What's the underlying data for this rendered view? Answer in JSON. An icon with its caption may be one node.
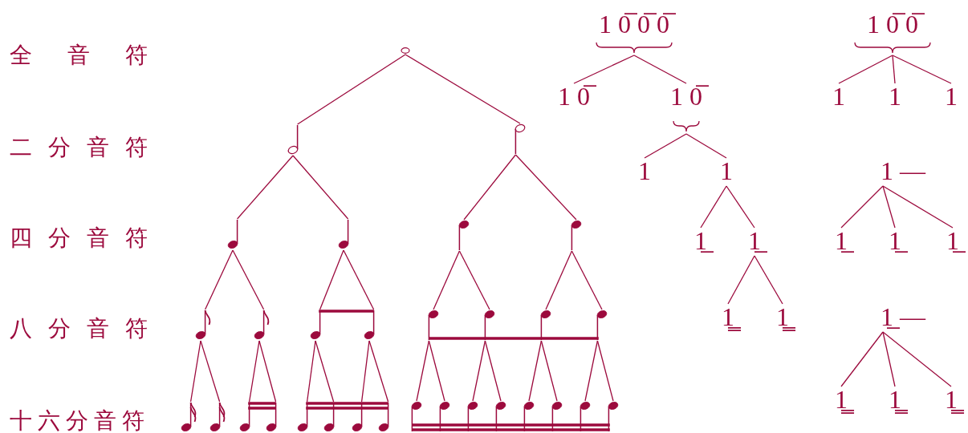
{
  "diagram": {
    "nodes": [
      {
        "text": [],
        "shape": "note"
      },
      {
        "text": [],
        "shape": "note"
      },
      {
        "text": [],
        "shape": "note"
      },
      {
        "text": [],
        "shape": "note"
      },
      {
        "text": [],
        "shape": "note"
      },
      {
        "text": [],
        "shape": "note"
      },
      {
        "text": [],
        "shape": "note"
      },
      {
        "text": [],
        "shape": "note"
      },
      {
        "text": [],
        "shape": "note"
      },
      {
        "text": [],
        "shape": "note"
      },
      {
        "text": [],
        "shape": "note"
      },
      {
        "text": [],
        "shape": "note"
      },
      {
        "text": [],
        "shape": "note"
      },
      {
        "text": [],
        "shape": "note"
      },
      {
        "text": [],
        "shape": "note"
      },
      {
        "text": [],
        "shape": "note"
      },
      {
        "text": [],
        "shape": "note"
      },
      {
        "text": [],
        "shape": "note"
      },
      {
        "text": [],
        "shape": "note"
      },
      {
        "text": [],
        "shape": "note"
      },
      {
        "text": [],
        "shape": "note"
      },
      {
        "text": [],
        "shape": "note"
      },
      {
        "text": [],
        "shape": "note"
      },
      {
        "text": [],
        "shape": "note"
      },
      {
        "text": [],
        "shape": "note"
      },
      {
        "text": [],
        "shape": "note"
      },
      {
        "text": [],
        "shape": "note"
      },
      {
        "text": [],
        "shape": "note"
      },
      {
        "text": [],
        "shape": "note"
      },
      {
        "text": [],
        "shape": "note"
      },
      {
        "text": [],
        "shape": "note"
      },
      {
        "text": [
          "1 0̅ 0̅ 0̅"
        ]
      },
      {
        "text": [
          "1 0̅"
        ]
      },
      {
        "text": [
          "1 0̅"
        ]
      },
      {
        "text": [
          "1"
        ]
      },
      {
        "text": [
          "1"
        ]
      },
      {
        "text": [
          "1̲"
        ]
      },
      {
        "text": [
          "1̲"
        ]
      },
      {
        "text": [
          "1̳"
        ]
      },
      {
        "text": [
          "1̳"
        ]
      },
      {
        "text": [
          "1 0̅ 0̅"
        ]
      },
      {
        "text": [
          "1"
        ]
      },
      {
        "text": [
          "1"
        ]
      },
      {
        "text": [
          "1"
        ]
      },
      {
        "text": [
          "1 —"
        ]
      },
      {
        "text": [
          "1̲"
        ]
      },
      {
        "text": [
          "1̲"
        ]
      },
      {
        "text": [
          "1̲"
        ]
      },
      {
        "text": [
          "1̲ —"
        ]
      },
      {
        "text": [
          "1̳"
        ]
      },
      {
        "text": [
          "1̳"
        ]
      },
      {
        "text": [
          "1̳"
        ]
      }
    ],
    "edges": [
      {
        "from": 0,
        "to": 1,
        "arrow": "none"
      },
      {
        "from": 0,
        "to": 2,
        "arrow": "none"
      },
      {
        "from": 1,
        "to": 3,
        "arrow": "none"
      },
      {
        "from": 1,
        "to": 4,
        "arrow": "none"
      },
      {
        "from": 2,
        "to": 5,
        "arrow": "none"
      },
      {
        "from": 2,
        "to": 6,
        "arrow": "none"
      },
      {
        "from": 3,
        "to": 7,
        "arrow": "none"
      },
      {
        "from": 3,
        "to": 8,
        "arrow": "none"
      },
      {
        "from": 4,
        "to": 9,
        "arrow": "none"
      },
      {
        "from": 4,
        "to": 10,
        "arrow": "none"
      },
      {
        "from": 5,
        "to": 11,
        "arrow": "none"
      },
      {
        "from": 5,
        "to": 12,
        "arrow": "none"
      },
      {
        "from": 6,
        "to": 13,
        "arrow": "none"
      },
      {
        "from": 6,
        "to": 14,
        "arrow": "none"
      },
      {
        "from": 7,
        "to": 15,
        "arrow": "none"
      },
      {
        "from": 7,
        "to": 16,
        "arrow": "none"
      },
      {
        "from": 8,
        "to": 17,
        "arrow": "none"
      },
      {
        "from": 8,
        "to": 18,
        "arrow": "none"
      },
      {
        "from": 9,
        "to": 19,
        "arrow": "none"
      },
      {
        "from": 9,
        "to": 20,
        "arrow": "none"
      },
      {
        "from": 10,
        "to": 21,
        "arrow": "none"
      },
      {
        "from": 10,
        "to": 22,
        "arrow": "none"
      },
      {
        "from": 11,
        "to": 23,
        "arrow": "none"
      },
      {
        "from": 11,
        "to": 24,
        "arrow": "none"
      },
      {
        "from": 12,
        "to": 25,
        "arrow": "none"
      },
      {
        "from": 12,
        "to": 26,
        "arrow": "none"
      },
      {
        "from": 13,
        "to": 27,
        "arrow": "none"
      },
      {
        "from": 13,
        "to": 28,
        "arrow": "none"
      },
      {
        "from": 14,
        "to": 29,
        "arrow": "none"
      },
      {
        "from": 14,
        "to": 30,
        "arrow": "none"
      },
      {
        "from": 31,
        "to": 32,
        "arrow": "none"
      },
      {
        "from": 31,
        "to": 33,
        "arrow": "none"
      },
      {
        "from": 33,
        "to": 34,
        "arrow": "none"
      },
      {
        "from": 33,
        "to": 35,
        "arrow": "none"
      },
      {
        "from": 35,
        "to": 36,
        "arrow": "none"
      },
      {
        "from": 35,
        "to": 37,
        "arrow": "none"
      },
      {
        "from": 37,
        "to": 38,
        "arrow": "none"
      },
      {
        "from": 37,
        "to": 39,
        "arrow": "none"
      },
      {
        "from": 40,
        "to": 41,
        "arrow": "none"
      },
      {
        "from": 40,
        "to": 42,
        "arrow": "none"
      },
      {
        "from": 40,
        "to": 43,
        "arrow": "none"
      },
      {
        "from": 44,
        "to": 45,
        "arrow": "none"
      },
      {
        "from": 44,
        "to": 46,
        "arrow": "none"
      },
      {
        "from": 44,
        "to": 47,
        "arrow": "none"
      },
      {
        "from": 48,
        "to": 49,
        "arrow": "none"
      },
      {
        "from": 48,
        "to": 50,
        "arrow": "none"
      },
      {
        "from": 48,
        "to": 51,
        "arrow": "none"
      }
    ],
    "labels": [
      "全音符",
      "二分音符",
      "四分音符",
      "八分音符",
      "十六分音符"
    ]
  }
}
